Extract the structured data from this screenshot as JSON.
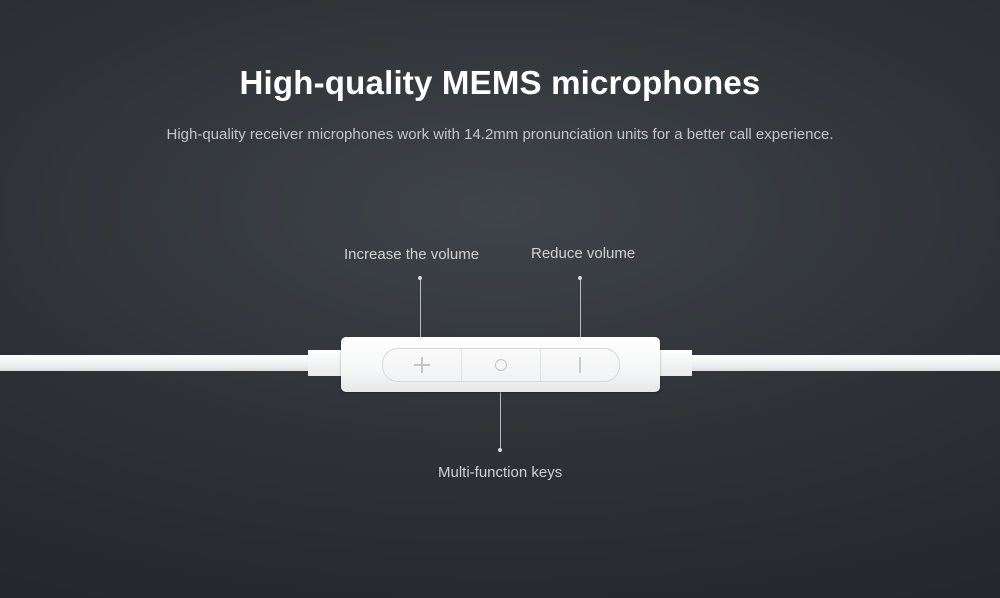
{
  "header": {
    "title": "High-quality MEMS microphones",
    "subtitle": "High-quality receiver microphones work with 14.2mm pronunciation units for a better call experience."
  },
  "callouts": {
    "increase": "Increase the volume",
    "reduce": "Reduce volume",
    "multi": "Multi-function keys"
  },
  "remote": {
    "buttons": [
      {
        "icon": "plus-icon"
      },
      {
        "icon": "circle-icon"
      },
      {
        "icon": "minus-bar-icon"
      }
    ]
  },
  "colors": {
    "background": "#2e3237",
    "title": "#ffffff",
    "text": "#c4c6c8",
    "device": "#f4f5f6"
  }
}
